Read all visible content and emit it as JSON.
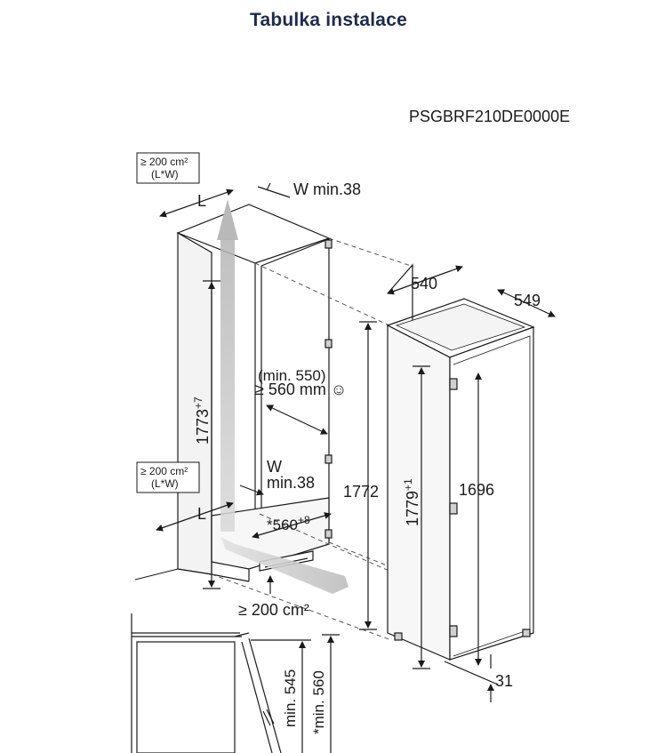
{
  "page": {
    "title": "Tabulka instalace",
    "model_code": "PSGBRF210DE0000E"
  },
  "labels": {
    "vent_top_line1": "≥ 200 cm²",
    "vent_top_line2": "(L*W)",
    "vent_mid_line1": "≥ 200 cm²",
    "vent_mid_line2": "(L*W)",
    "L_top": "L",
    "L_bottom": "L",
    "w_min_top": "W min.38",
    "w_mid_line1": "W",
    "w_mid_line2": "min.38",
    "min_550": "(min. 550)",
    "depth_560": "≥ 560 mm ☺",
    "niche_height_base": "1773",
    "niche_height_sup": "+7",
    "niche_height_ref": "1772",
    "niche_width_base": "*560",
    "niche_width_sup": "+8",
    "vent_bottom": "≥ 200 cm²",
    "appliance_depth": "540",
    "appliance_width": "549",
    "appliance_height_base": "1779",
    "appliance_height_sup": "+1",
    "door_height": "1696",
    "plinth_offset": "31",
    "min_545": "min. 545",
    "min_560_star": "*min. 560"
  }
}
